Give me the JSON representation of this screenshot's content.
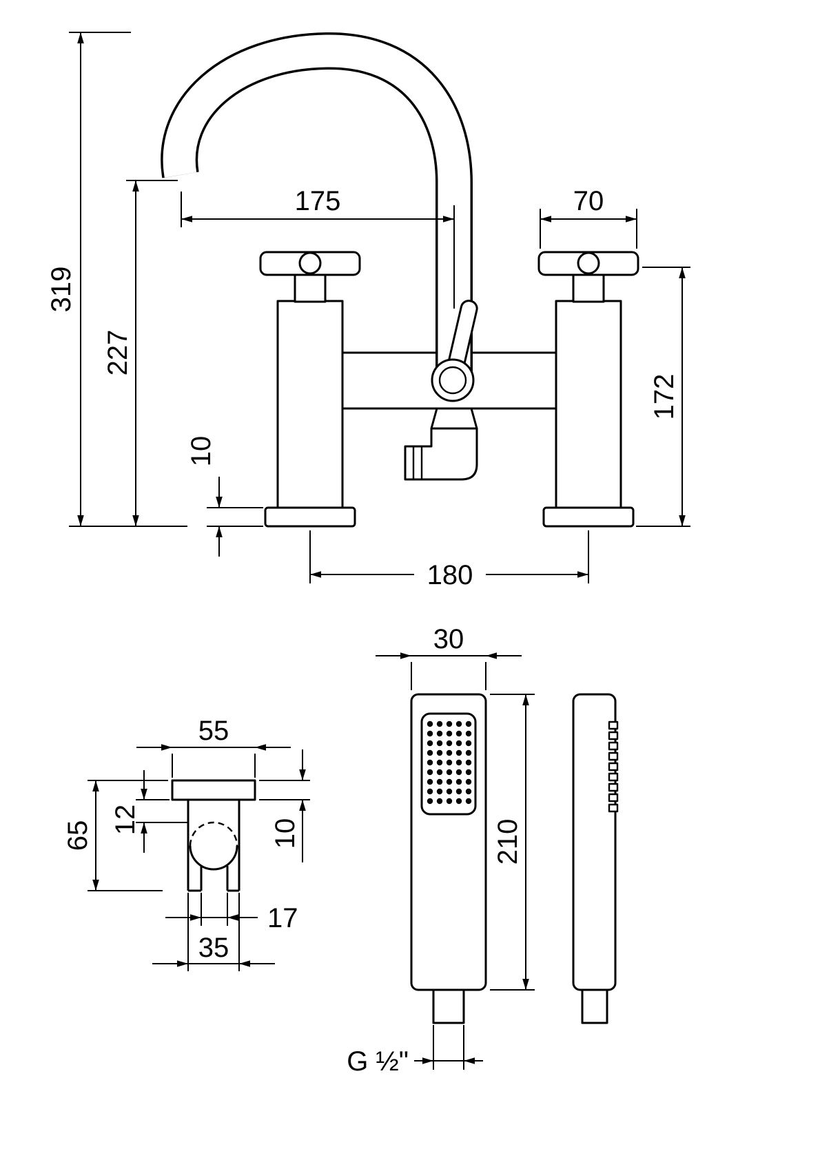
{
  "dims": {
    "total_height": "319",
    "spout_height": "227",
    "spout_reach": "175",
    "handle_width": "70",
    "valve_height": "172",
    "base_plate_thickness": "10",
    "tap_centres": "180",
    "handset_width": "30",
    "handset_length": "210",
    "bracket_width": "55",
    "bracket_height": "65",
    "bracket_offset": "12",
    "bracket_plate_thickness": "10",
    "bracket_slot_width": "17",
    "bracket_clip_width": "35",
    "thread_size": "G ½\""
  },
  "colors": {
    "line": "#000000",
    "background": "#ffffff"
  }
}
